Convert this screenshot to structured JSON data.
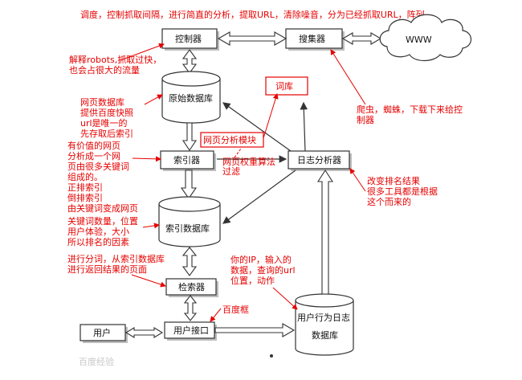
{
  "nodes": {
    "controller": "控制器",
    "collector": "搜集器",
    "www": "WWW",
    "raw_db": "原始数据库",
    "vocab": "词库",
    "webpage_analysis": "网页分析模块",
    "indexer": "索引器",
    "log_analyzer": "日志分析器",
    "index_db": "索引数据库",
    "retriever": "检索器",
    "user": "用户",
    "user_interface": "用户接口",
    "behavior_db": [
      "用户行为日志",
      "数据库"
    ]
  },
  "annotations": {
    "top": "调度，控制抓取间隔，进行简直的分析，提取URL，清除噪音，分为已经抓取URL，阵列。",
    "robots": [
      "解释robots,抓取过快，",
      "也会占很大的流量"
    ],
    "webpage_db": [
      "网页数据库",
      "提供百度快照",
      "url是唯一的",
      "先存取后索引"
    ],
    "valuable": [
      "有价值的网页",
      "分析成一个网",
      "页由很多关键词",
      "组成的。",
      "正排索引",
      "倒排索引",
      "由关键词变成网页"
    ],
    "keywords": [
      "关键词数量，位置",
      "用户体验，大小",
      "所以排名的因素"
    ],
    "segmentation": [
      "进行分词，从索引数据库",
      "进行返回结果的页面"
    ],
    "crawler": [
      "爬虫，蜘蛛，下载下来给控",
      "制器"
    ],
    "ranking": [
      "改变排名结果",
      "很多工具都是根据",
      "这个而来的"
    ],
    "weight_algo": [
      "网页权重算法",
      "过滤"
    ],
    "user_info": [
      "你的IP，输入的",
      "数据，查询的url",
      "位置，动作"
    ],
    "baidu_box": "百度框"
  },
  "watermark": "百度经验"
}
